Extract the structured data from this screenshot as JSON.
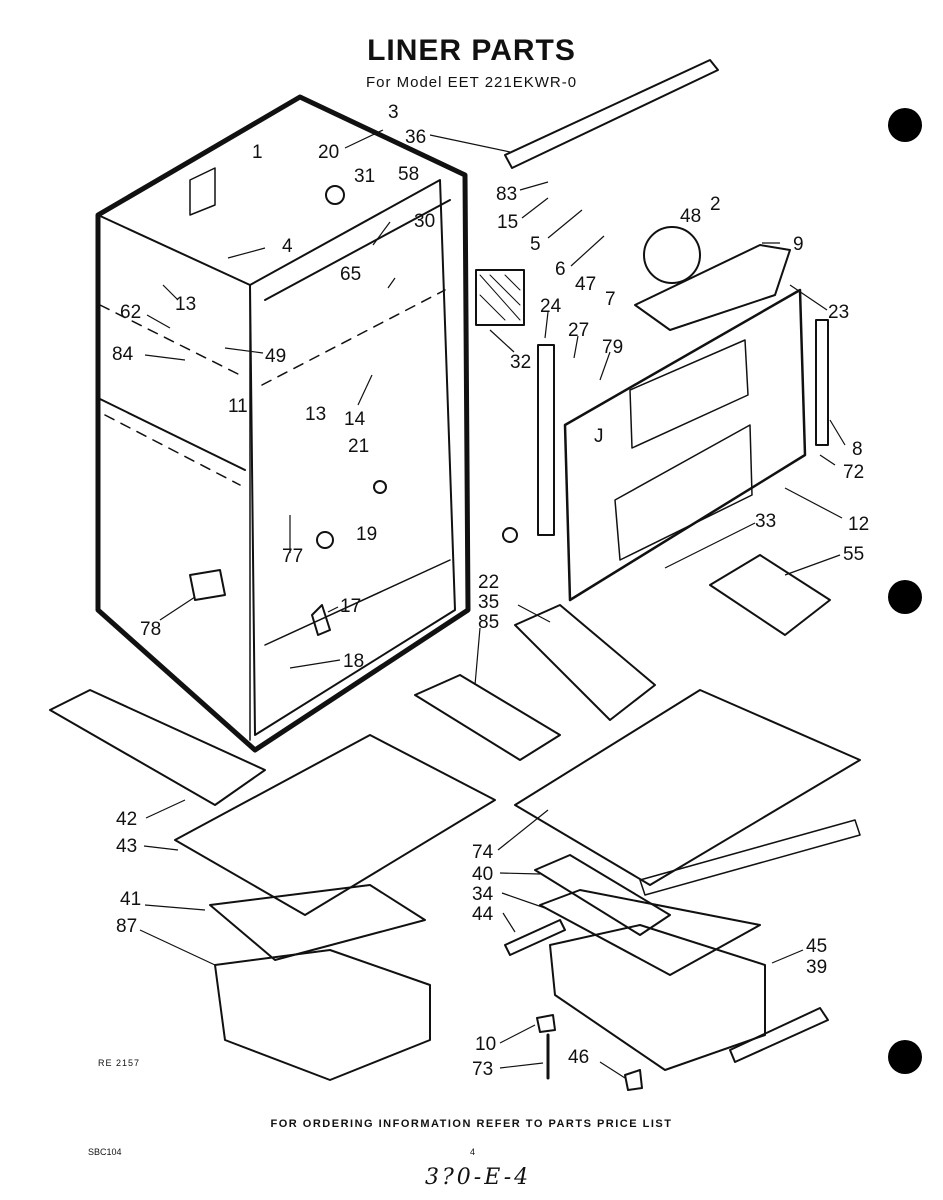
{
  "header": {
    "title": "LINER PARTS",
    "subtitle": "For Model EET 221EKWR-0"
  },
  "footer": {
    "ordering_note": "FOR ORDERING INFORMATION REFER TO PARTS PRICE LIST",
    "reference": "RE 2157",
    "code": "SBC104",
    "page_number": "4",
    "handwritten_note": "3?0-E-4"
  },
  "callouts": [
    "3",
    "36",
    "1",
    "20",
    "31",
    "58",
    "83",
    "15",
    "48",
    "2",
    "9",
    "30",
    "4",
    "5",
    "6",
    "65",
    "13",
    "47",
    "7",
    "23",
    "62",
    "24",
    "27",
    "32",
    "84",
    "49",
    "79",
    "J",
    "11",
    "14",
    "13",
    "21",
    "8",
    "72",
    "12",
    "33",
    "77",
    "19",
    "55",
    "78",
    "17",
    "22",
    "35",
    "85",
    "18",
    "42",
    "43",
    "74",
    "40",
    "34",
    "44",
    "41",
    "87",
    "45",
    "39",
    "10",
    "46",
    "73"
  ]
}
